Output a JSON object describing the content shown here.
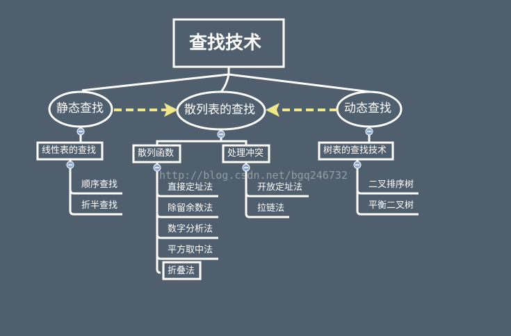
{
  "root": {
    "label": "查找技术"
  },
  "branches": {
    "static": {
      "label": "静态查找"
    },
    "hash": {
      "label": "散列表的查找"
    },
    "dynamic": {
      "label": "动态查找"
    }
  },
  "static_sub": {
    "label": "线性表的查找",
    "items": [
      "顺序查找",
      "折半查找"
    ]
  },
  "hash_sub": {
    "functions": {
      "label": "散列函数",
      "items": [
        "直接定址法",
        "除留余数法",
        "数字分析法",
        "平方取中法",
        "折叠法"
      ]
    },
    "collision": {
      "label": "处理冲突",
      "items": [
        "开放定址法",
        "拉链法"
      ]
    }
  },
  "dynamic_sub": {
    "label": "树表的查找技术",
    "items": [
      "二叉排序树",
      "平衡二叉树"
    ]
  },
  "collapse_symbol": "−",
  "watermark": "http://blog.csdn.net/bgq246732",
  "colors": {
    "background": "#505f6d",
    "line": "#ffffff",
    "arrow": "#f2e68a",
    "toggle": "#8ba8d8"
  }
}
